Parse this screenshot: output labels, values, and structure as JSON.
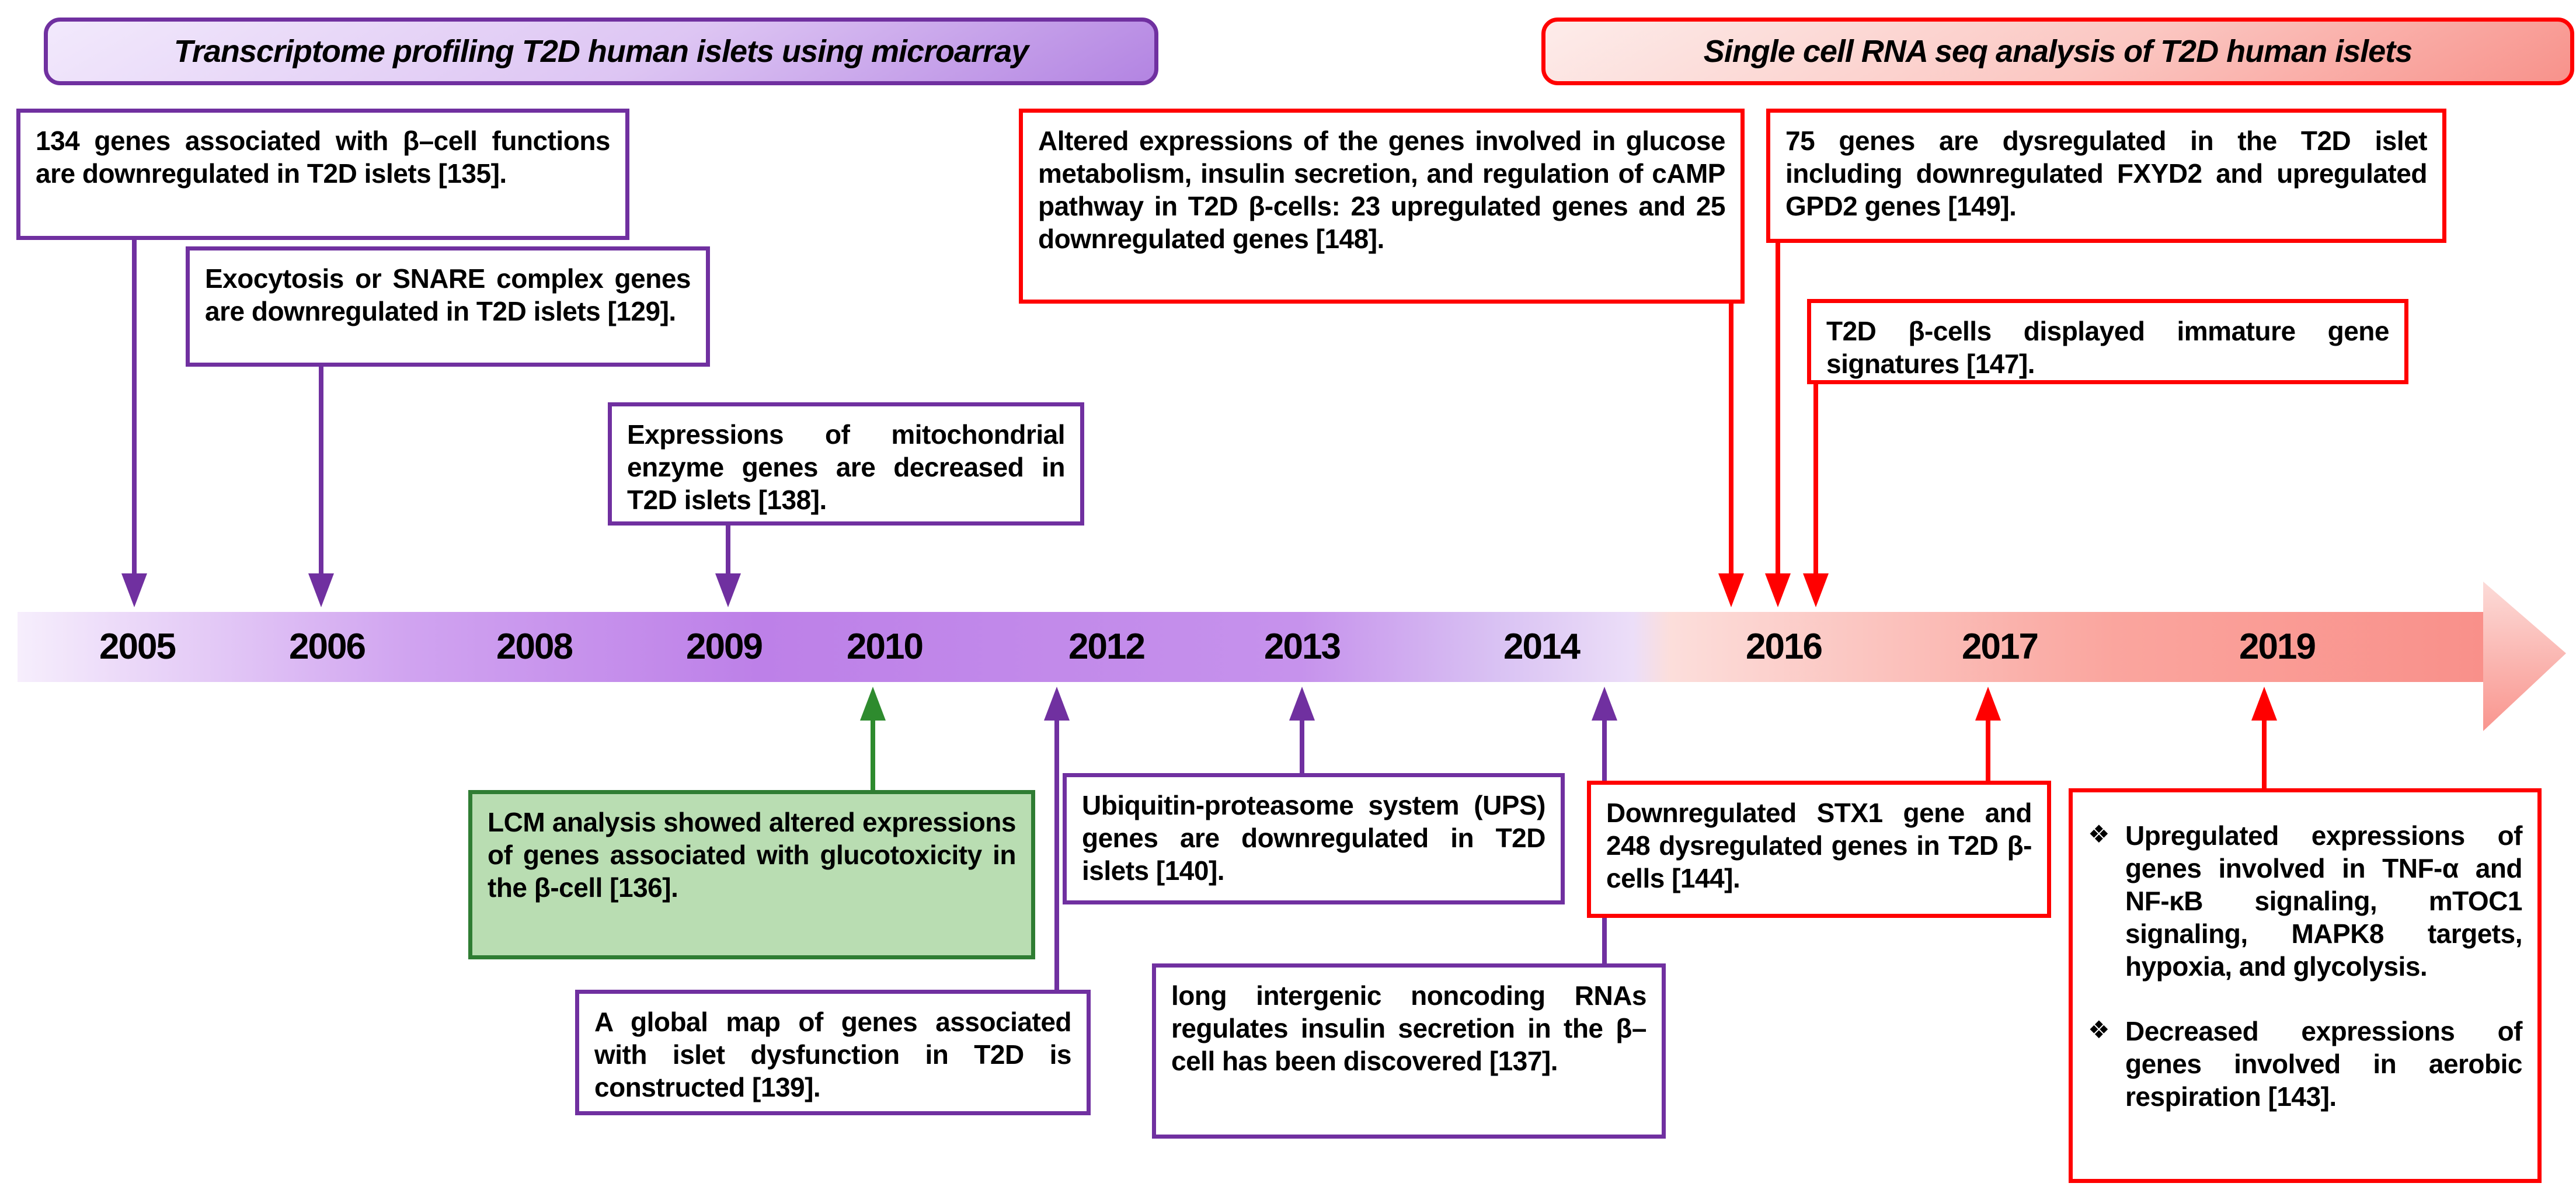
{
  "headers": {
    "microarray": "Transcriptome profiling T2D  human islets using microarray",
    "scrnaseq": "Single cell RNA seq analysis of T2D  human islets"
  },
  "timeline": {
    "years": [
      "2005",
      "2006",
      "2008",
      "2009",
      "2010",
      "2012",
      "2013",
      "2014",
      "2016",
      "2017",
      "2019"
    ]
  },
  "notes": {
    "n135": "134 genes associated with β–cell functions are downregulated in T2D islets [135].",
    "n129": "Exocytosis or SNARE complex genes are downregulated in T2D islets [129].",
    "n138": "Expressions of mitochondrial enzyme genes are decreased in T2D islets [138].",
    "n148": "Altered expressions of the genes involved in glucose metabolism, insulin secretion, and regulation of cAMP pathway in T2D β-cells: 23 upregulated genes and 25 downregulated genes [148].",
    "n149": "75 genes are dysregulated in the T2D islet including downregulated FXYD2 and upregulated GPD2 genes [149].",
    "n147": "T2D β-cells displayed immature gene signatures [147].",
    "n136": "LCM analysis showed altered expressions of genes associated with glucotoxicity in the β-cell [136].",
    "n139": "A global map of genes associated with islet dysfunction in T2D is constructed [139].",
    "n140": "Ubiquitin-proteasome system (UPS) genes are downregulated in T2D islets [140].",
    "n137": "long intergenic noncoding RNAs regulates  insulin secretion in the β– cell has been discovered [137].",
    "n144": "Downregulated STX1 gene and 248 dysregulated genes in T2D β-cells [144].",
    "bullet_char": "❖",
    "n143_items": [
      "Upregulated expressions of genes involved in  TNF-α and NF-κB signaling, mTOC1 signaling, MAPK8 targets, hypoxia, and glycolysis.",
      "Decreased expressions of genes involved in aerobic respiration [143]."
    ]
  },
  "colors": {
    "purple": "#7030a0",
    "red": "#ff0000",
    "green_border": "#2f7d33",
    "green_fill": "#b9ddb2",
    "green_arrow": "#2e8b2e",
    "timeline_purple": "#bd80e8",
    "timeline_pink": "#f9908a"
  }
}
